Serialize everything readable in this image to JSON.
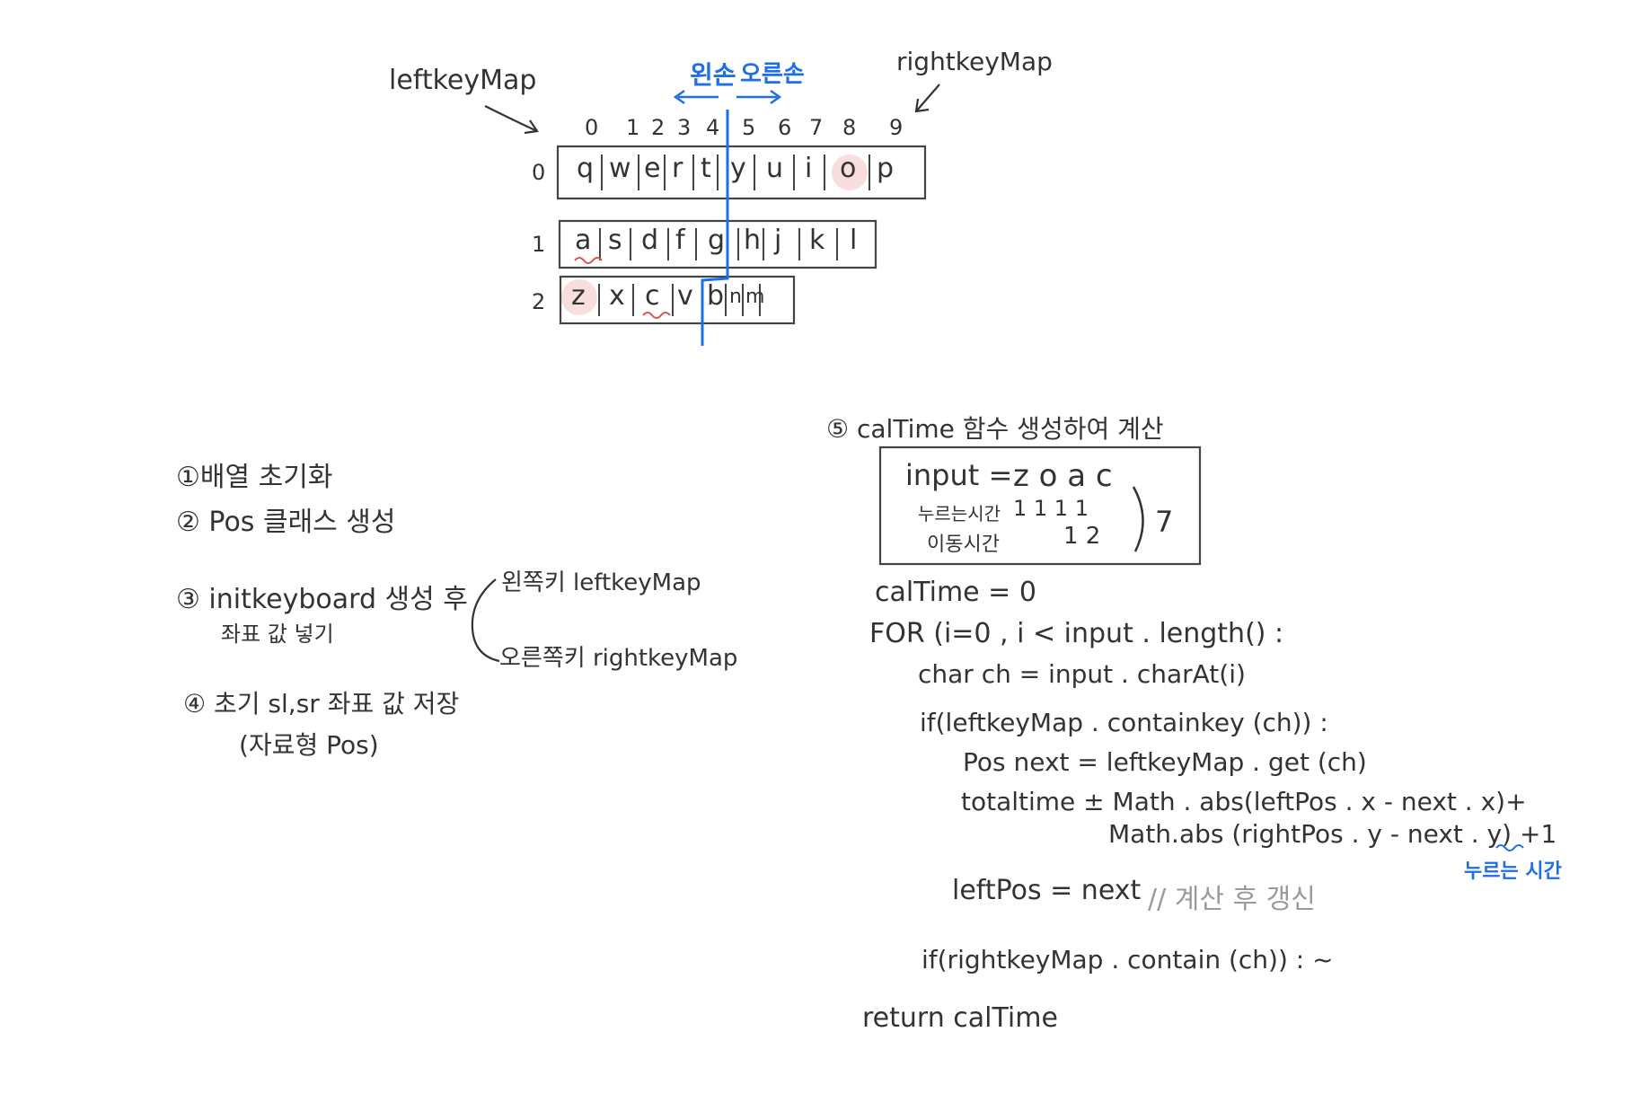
{
  "keyboard": {
    "left_map_label": "leftkeyMap",
    "right_map_label": "rightkeyMap",
    "left_hand_label": "왼손",
    "right_hand_label": "오른손",
    "col_indices": [
      "0",
      "1",
      "2",
      "3",
      "4",
      "5",
      "6",
      "7",
      "8",
      "9"
    ],
    "row_indices": [
      "0",
      "1",
      "2"
    ],
    "rows": [
      [
        "q",
        "w",
        "e",
        "r",
        "t",
        "y",
        "u",
        "i",
        "o",
        "p"
      ],
      [
        "a",
        "s",
        "d",
        "f",
        "g",
        "h",
        "j",
        "k",
        "l"
      ],
      [
        "z",
        "x",
        "c",
        "v",
        "b",
        "n",
        "m"
      ]
    ],
    "highlight_color": "#f9dede",
    "accent_color": "#1e6ee8",
    "underline_color": "#d9534f"
  },
  "steps": {
    "s1": "①배열 초기화",
    "s2": "② Pos 클래스 생성",
    "s3": "③ initkeyboard 생성 후",
    "s3b": "좌표 값 넣기",
    "s3_left": "왼쪽키  leftkeyMap",
    "s3_right": "오른쪽키  rightkeyMap",
    "s4": "④ 초기 sl,sr 좌표 값 저장",
    "s4b": "(자료형 Pos)"
  },
  "step5": {
    "title": "⑤ calTime 함수 생성하여 계산",
    "box": {
      "input_label": "input =",
      "input_value": "z o a c",
      "press_label": "누르는시간",
      "press_values": "1  1  1  1",
      "move_label": "이동시간",
      "move_values": "1  2",
      "total": "7"
    },
    "code": [
      "calTime = 0",
      "FOR (i=0 , i < input . length() :",
      "char  ch = input . charAt(i)",
      "if(leftkeyMap . containkey (ch)) :",
      "Pos  next = leftkeyMap . get (ch)",
      "totaltime ± Math . abs(leftPos . x - next . x)+",
      "Math.abs (rightPos . y - next . y) +1",
      "leftPos = next",
      "if(rightkeyMap . contain (ch)) :  ~",
      "return  calTime"
    ],
    "comment": "// 계산 후 갱신",
    "press_note": "누르는 시간"
  }
}
